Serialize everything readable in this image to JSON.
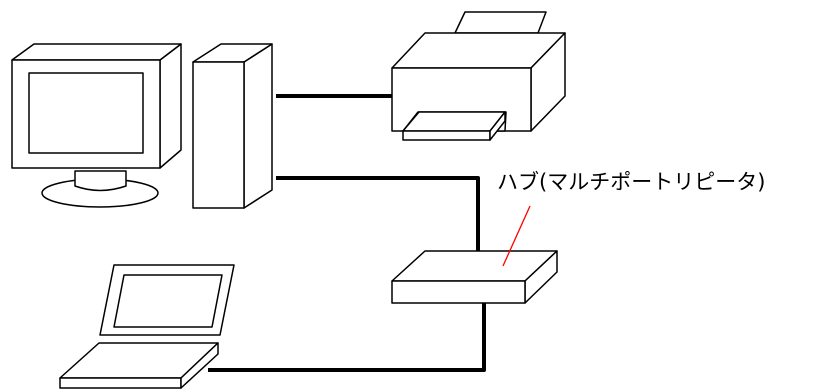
{
  "diagram": {
    "hub_label": "ハブ(マルチポートリピータ)",
    "colors": {
      "stroke": "#000000",
      "fill": "#ffffff",
      "leader_line": "#ff0000"
    },
    "devices": [
      {
        "name": "crt-monitor",
        "icon": "monitor-icon"
      },
      {
        "name": "tower-pc",
        "icon": "tower-computer-icon"
      },
      {
        "name": "printer",
        "icon": "printer-icon"
      },
      {
        "name": "hub",
        "icon": "hub-icon"
      },
      {
        "name": "laptop",
        "icon": "laptop-icon"
      }
    ],
    "connections": [
      {
        "from": "tower-pc",
        "to": "printer"
      },
      {
        "from": "tower-pc",
        "to": "hub"
      },
      {
        "from": "hub",
        "to": "laptop"
      }
    ]
  }
}
